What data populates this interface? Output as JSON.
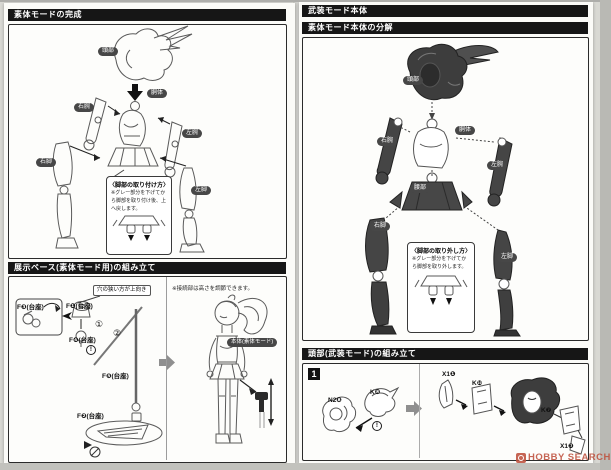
{
  "watermark": {
    "label": "HOBBY SEARCH"
  },
  "left_page": {
    "completion": {
      "title": "素体モードの完成",
      "labels": {
        "head": "頭部",
        "torso": "胴体",
        "right_arm": "右腕",
        "left_arm": "左腕",
        "right_leg": "右脚",
        "left_leg": "左脚"
      },
      "leg_attach_note": {
        "title": "〈脚部の取り付け方〉",
        "body": "※グレー部分を下げてから脚部を取り付け後、上へ戻します。"
      }
    },
    "display_base": {
      "title": "展示ベース(素体モード用)の組み立て",
      "hole_hint": "穴の狭い方が上向き",
      "height_note": "※接続部は高さを調節できます。",
      "parts": {
        "f1": "F❶(台座)",
        "f2": "F❷(台座)",
        "f3": "F❸(台座)",
        "f4": "F❹(台座)",
        "f5": "F❺(台座)"
      },
      "order1": "①",
      "order2": "②",
      "caution": "!",
      "result_label": "本体(素体モード)"
    }
  },
  "right_page": {
    "armed_title": "武装モード本体",
    "disassembly": {
      "title": "素体モード本体の分解",
      "labels": {
        "head": "頭部",
        "torso": "胴体",
        "right_arm": "右腕",
        "left_arm": "左腕",
        "waist": "腰部",
        "right_leg": "右脚",
        "left_leg": "左脚"
      },
      "leg_detach_note": {
        "title": "〈脚部の取り外し方〉",
        "body": "※グレー部分を下げてから脚部を取り外します。"
      }
    },
    "head_assembly": {
      "title": "頭部(武装モード)の組み立て",
      "step": "1",
      "caution": "!",
      "parts": {
        "n2_8": "N2❽",
        "k_8": "K❽",
        "x1_1": "X1❶",
        "k_10": "K❿",
        "k_7": "K❼",
        "x1_2": "X1❷"
      }
    }
  }
}
